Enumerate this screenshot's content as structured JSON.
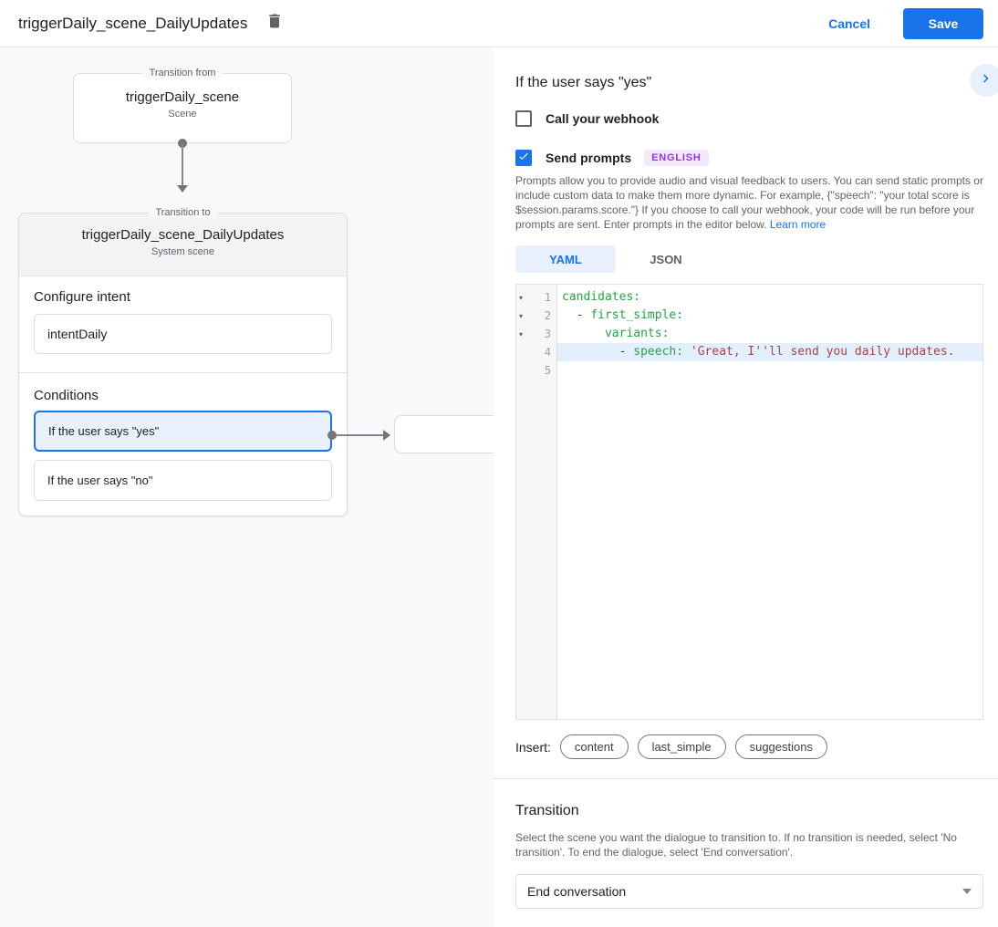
{
  "topbar": {
    "title": "triggerDaily_scene_DailyUpdates",
    "cancel_label": "Cancel",
    "save_label": "Save"
  },
  "diagram": {
    "from_box": {
      "legend": "Transition from",
      "title": "triggerDaily_scene",
      "subtitle": "Scene"
    },
    "to_card": {
      "legend": "Transition to",
      "title": "triggerDaily_scene_DailyUpdates",
      "subtitle": "System scene",
      "intent_heading": "Configure intent",
      "intent_value": "intentDaily",
      "conditions_heading": "Conditions",
      "conditions": [
        {
          "label": "If the user says \"yes\"",
          "selected": true
        },
        {
          "label": "If the user says \"no\"",
          "selected": false
        }
      ]
    }
  },
  "panel": {
    "title": "If the user says \"yes\"",
    "webhook": {
      "label": "Call your webhook",
      "checked": false
    },
    "prompts": {
      "label": "Send prompts",
      "checked": true,
      "language_badge": "ENGLISH",
      "description": "Prompts allow you to provide audio and visual feedback to users. You can send static prompts or include custom data to make them more dynamic. For example, {\"speech\": \"your total score is $session.params.score.\"} If you choose to call your webhook, your code will be run before your prompts are sent. Enter prompts in the editor below. ",
      "learn_more": "Learn more"
    },
    "tabs": [
      {
        "label": "YAML",
        "active": true
      },
      {
        "label": "JSON",
        "active": false
      }
    ],
    "editor": {
      "gutter": [
        {
          "fold": "▾",
          "num": "1"
        },
        {
          "fold": "▾",
          "num": "2"
        },
        {
          "fold": "▾",
          "num": "3"
        },
        {
          "fold": "",
          "num": "4"
        },
        {
          "fold": "",
          "num": "5"
        }
      ],
      "lines": [
        {
          "tokens": [
            {
              "t": "candidates:"
            }
          ]
        },
        {
          "tokens": [
            {
              "t": "  - "
            },
            {
              "t": "first_simple:"
            }
          ]
        },
        {
          "tokens": [
            {
              "t": "      "
            },
            {
              "t": "variants:"
            }
          ]
        },
        {
          "tokens": [
            {
              "t": "        - "
            },
            {
              "t": "speech:"
            },
            {
              "t": " "
            },
            {
              "t": "'Great, I''ll send you daily updates."
            }
          ],
          "highlighted": true
        },
        {
          "tokens": []
        }
      ]
    },
    "insert": {
      "label": "Insert:",
      "pills": [
        "content",
        "last_simple",
        "suggestions"
      ]
    },
    "transition": {
      "heading": "Transition",
      "description": "Select the scene you want the dialogue to transition to. If no transition is needed, select 'No transition'. To end the dialogue, select 'End conversation'.",
      "dropdown_value": "End conversation"
    }
  },
  "colors": {
    "accent_blue": "#1a73e8",
    "tab_active_bg": "#e8f0fe",
    "selected_condition_bg": "#e9f1fd",
    "badge_bg": "#f3e8fd",
    "badge_text": "#9334e6",
    "code_key_green": "#27a345",
    "code_string_red": "#a94442",
    "active_line_bg": "#e3effd",
    "left_panel_bg": "#f8f9fa"
  }
}
